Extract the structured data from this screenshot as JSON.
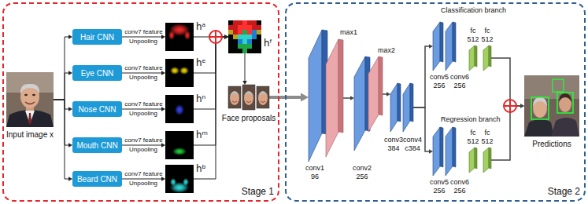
{
  "diagram": {
    "nodes": [
      {
        "text": [
          "Stage 1"
        ]
      },
      {
        "text": [
          "Stage 2"
        ]
      },
      {
        "text": [
          "Input image x"
        ],
        "in": 0
      },
      {
        "text": [
          "Hair CNN"
        ],
        "in": 0
      },
      {
        "text": [
          "Eye CNN"
        ],
        "in": 0
      },
      {
        "text": [
          "Nose CNN"
        ],
        "in": 0
      },
      {
        "text": [
          "Mouth CNN"
        ],
        "in": 0
      },
      {
        "text": [
          "Beard CNN"
        ],
        "in": 0
      },
      {
        "text": [
          "hᵃ"
        ],
        "in": 0
      },
      {
        "text": [
          "hᵉ"
        ],
        "in": 0
      },
      {
        "text": [
          "hⁿ"
        ],
        "in": 0
      },
      {
        "text": [
          "hᵐ"
        ],
        "in": 0
      },
      {
        "text": [
          "hᵇ"
        ],
        "in": 0
      },
      {
        "text": [
          "hᶠ"
        ],
        "in": 0
      },
      {
        "text": [
          "Face proposals"
        ],
        "in": 0
      },
      {
        "text": [
          "conv1",
          "96"
        ],
        "in": 1
      },
      {
        "text": [
          "max1"
        ],
        "in": 1
      },
      {
        "text": [
          "conv2",
          "256"
        ],
        "in": 1
      },
      {
        "text": [
          "max2"
        ],
        "in": 1
      },
      {
        "text": [
          "conv3",
          "384"
        ],
        "in": 1
      },
      {
        "text": [
          "conv4",
          "c384"
        ],
        "in": 1
      },
      {
        "text": [
          "conv5",
          "256"
        ],
        "in": 1
      },
      {
        "text": [
          "conv6",
          "256"
        ],
        "in": 1
      },
      {
        "text": [
          "fc",
          "512"
        ],
        "in": 1
      },
      {
        "text": [
          "fc",
          "512"
        ],
        "in": 1
      },
      {
        "text": [
          "conv5",
          "256"
        ],
        "in": 1
      },
      {
        "text": [
          "conv6",
          "256"
        ],
        "in": 1
      },
      {
        "text": [
          "fc",
          "512"
        ],
        "in": 1
      },
      {
        "text": [
          "fc",
          "512"
        ],
        "in": 1
      },
      {
        "text": [
          "Predictions"
        ],
        "in": 1
      }
    ],
    "edges": [
      {
        "from": 2,
        "to": 3,
        "arrow": "to"
      },
      {
        "from": 2,
        "to": 4,
        "arrow": "to"
      },
      {
        "from": 2,
        "to": 5,
        "arrow": "to"
      },
      {
        "from": 2,
        "to": 6,
        "arrow": "to"
      },
      {
        "from": 2,
        "to": 7,
        "arrow": "to"
      },
      {
        "from": 3,
        "to": 8,
        "arrow": "to",
        "label": "conv7 feature"
      },
      {
        "from": 4,
        "to": 9,
        "arrow": "to",
        "label": "conv7 feature"
      },
      {
        "from": 5,
        "to": 10,
        "arrow": "to",
        "label": "conv7 feature"
      },
      {
        "from": 6,
        "to": 11,
        "arrow": "to",
        "label": "conv7 feature"
      },
      {
        "from": 7,
        "to": 12,
        "arrow": "to",
        "label": "conv7 feature"
      },
      {
        "from": 8,
        "to": 13,
        "arrow": "to"
      },
      {
        "from": 9,
        "to": 13,
        "arrow": "to"
      },
      {
        "from": 10,
        "to": 13,
        "arrow": "to"
      },
      {
        "from": 11,
        "to": 13,
        "arrow": "to"
      },
      {
        "from": 12,
        "to": 13,
        "arrow": "to"
      },
      {
        "from": 13,
        "to": 14,
        "arrow": "to"
      },
      {
        "from": 14,
        "to": 15,
        "arrow": "to"
      },
      {
        "from": 16,
        "to": 17,
        "arrow": "to"
      },
      {
        "from": 18,
        "to": 19,
        "arrow": "to"
      },
      {
        "from": 20,
        "to": 21,
        "arrow": "to"
      },
      {
        "from": 20,
        "to": 25,
        "arrow": "to"
      },
      {
        "from": 24,
        "to": 29,
        "arrow": "to"
      },
      {
        "from": 28,
        "to": 29,
        "arrow": "to"
      }
    ],
    "labels": [
      "Unpooling",
      "Unpooling",
      "Unpooling",
      "Unpooling",
      "Unpooling",
      "Classification branch",
      "Regression branch"
    ]
  }
}
